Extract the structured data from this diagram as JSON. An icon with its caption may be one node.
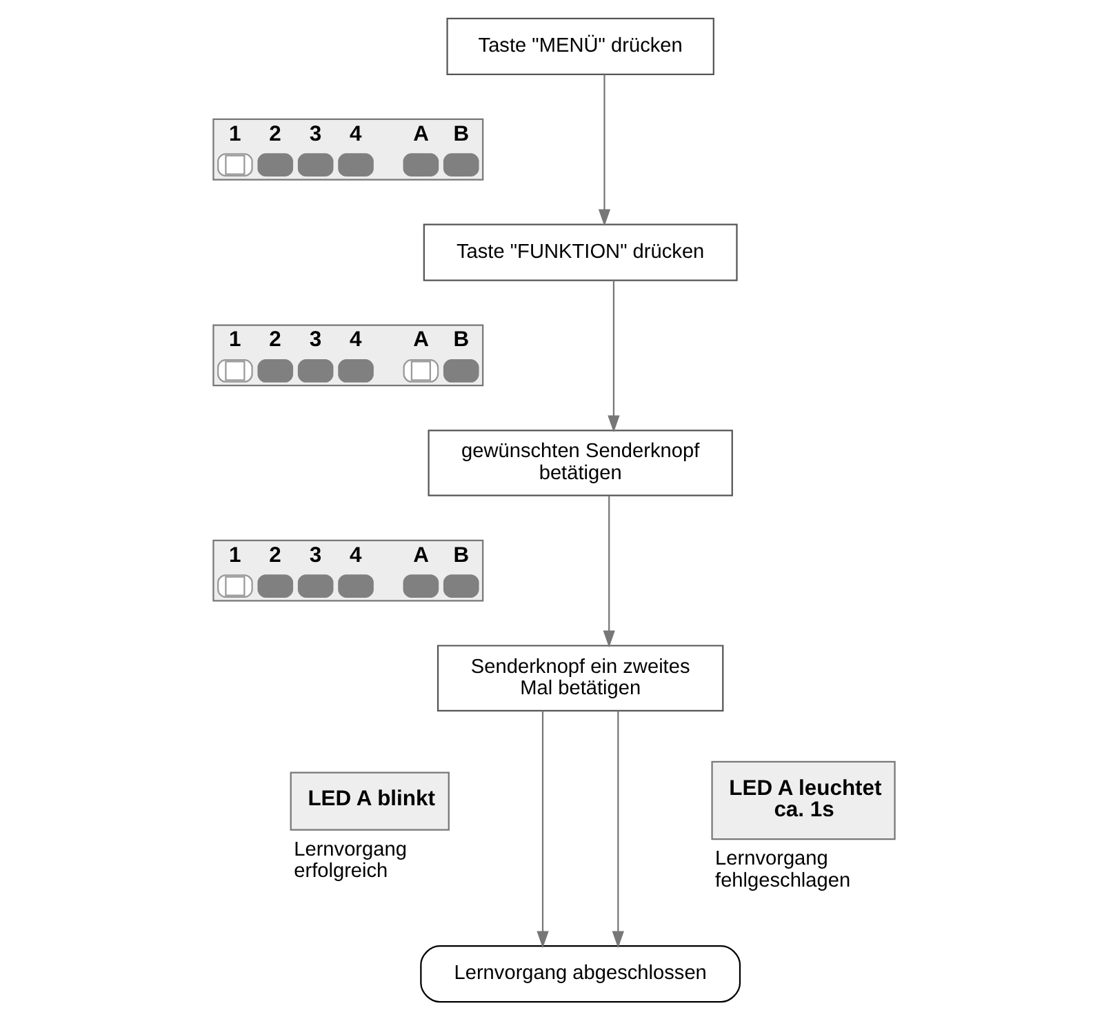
{
  "diagram": {
    "nodes": [
      {
        "text": [
          "Taste \"MENÜ\" drücken"
        ]
      },
      {
        "text": [
          "1",
          "2",
          "3",
          "4",
          "A",
          "B"
        ]
      },
      {
        "text": [
          "Taste \"FUNKTION\" drücken"
        ]
      },
      {
        "text": [
          "1",
          "2",
          "3",
          "4",
          "A",
          "B"
        ]
      },
      {
        "text": [
          "gewünschten Senderknopf betätigen"
        ]
      },
      {
        "text": [
          "1",
          "2",
          "3",
          "4",
          "A",
          "B"
        ]
      },
      {
        "text": [
          "Senderknopf ein zweites Mal betätigen"
        ]
      },
      {
        "text": [
          "LED A blinkt"
        ],
        "beside": [
          "Lernvorgang erfolgreich"
        ]
      },
      {
        "text": [
          "LED A leuchtet ca. 1s"
        ],
        "beside": [
          "Lernvorgang fehlgeschlagen"
        ]
      },
      {
        "text": [
          "Lernvorgang abgeschlossen"
        ]
      }
    ],
    "edges": [
      {
        "from": 0,
        "to": 2,
        "arrow": "to"
      },
      {
        "from": 2,
        "to": 4,
        "arrow": "to"
      },
      {
        "from": 4,
        "to": 6,
        "arrow": "to"
      },
      {
        "from": 6,
        "to": 9,
        "arrow": "to"
      },
      {
        "from": 6,
        "to": 9,
        "arrow": "to"
      }
    ]
  }
}
